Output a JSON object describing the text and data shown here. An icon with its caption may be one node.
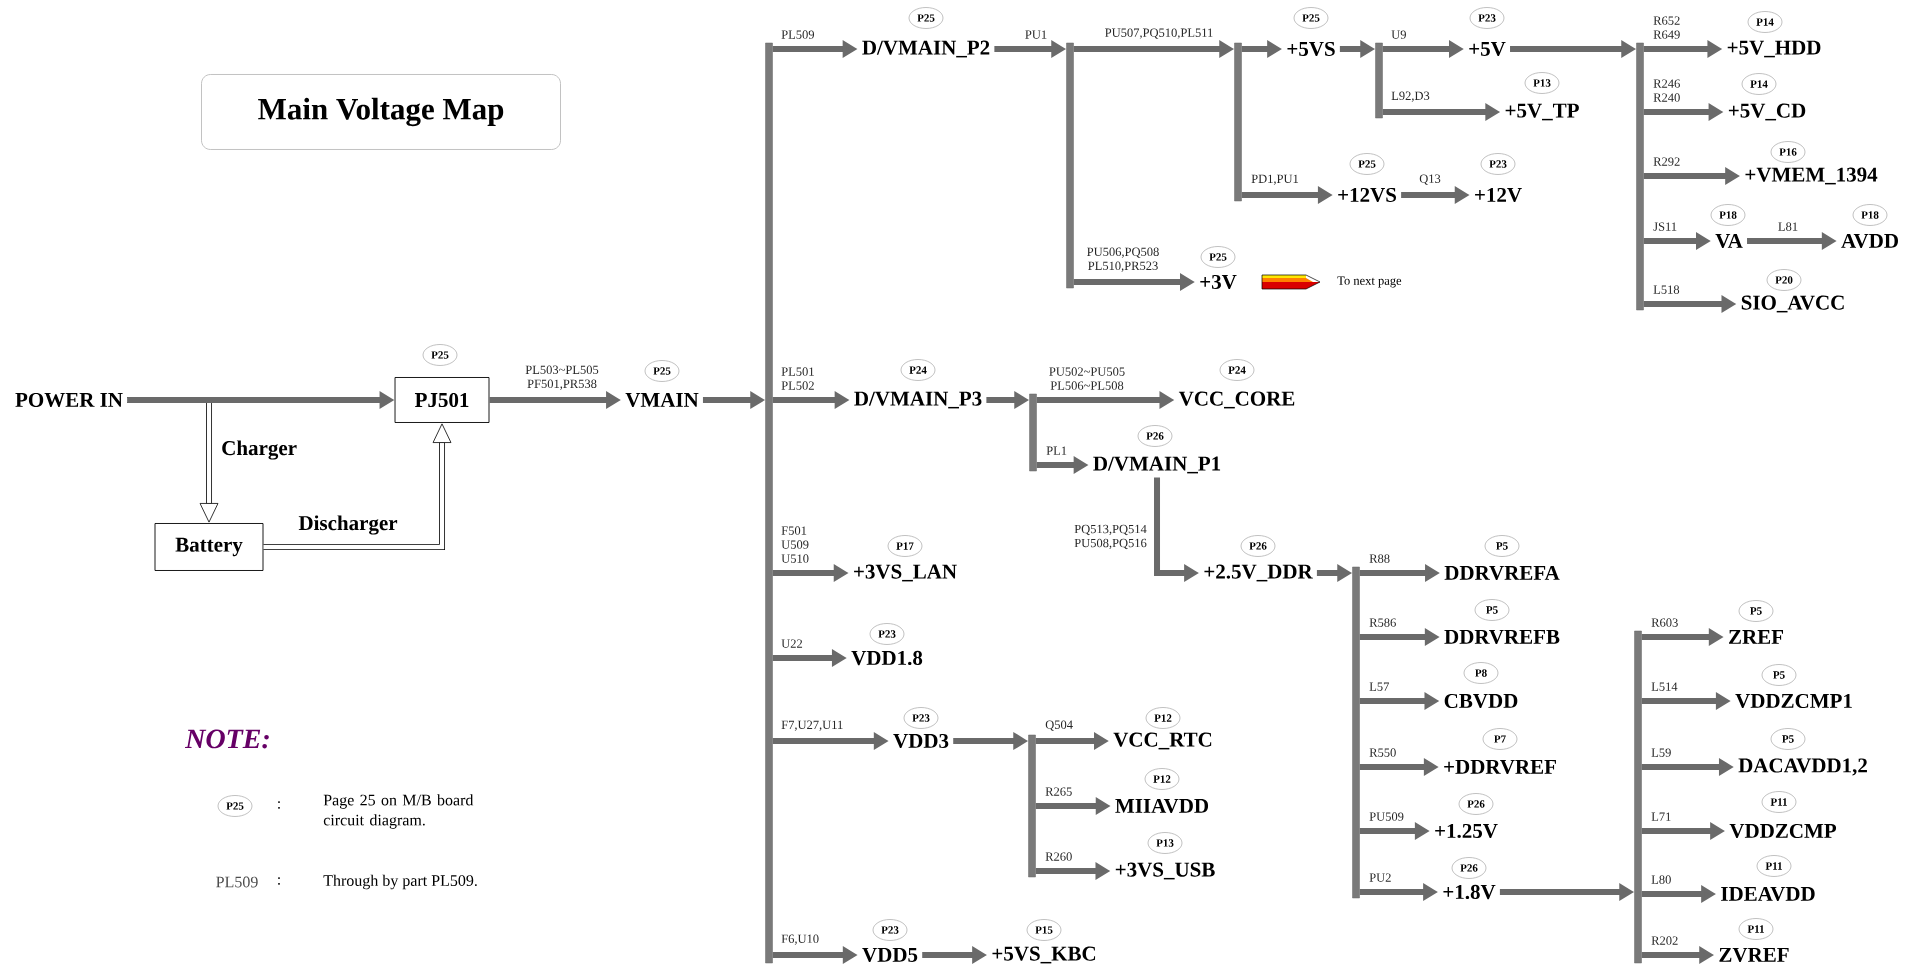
{
  "diagram": {
    "title": "Main Voltage Map",
    "nodes": [
      {
        "text": [
          "POWER IN"
        ]
      },
      {
        "text": [
          "PJ501"
        ]
      },
      {
        "text": [
          "Battery"
        ]
      },
      {
        "text": [
          "VMAIN"
        ]
      },
      {
        "text": [],
        "shape": "bar"
      },
      {
        "text": [
          "D/VMAIN_P2"
        ]
      },
      {
        "text": [],
        "shape": "bar"
      },
      {
        "text": [],
        "shape": "bar"
      },
      {
        "text": [
          "+5VS"
        ]
      },
      {
        "text": [],
        "shape": "bar"
      },
      {
        "text": [
          "+5V"
        ]
      },
      {
        "text": [
          "+5V_TP"
        ]
      },
      {
        "text": [
          "+12VS"
        ]
      },
      {
        "text": [
          "+12V"
        ]
      },
      {
        "text": [
          "+3V"
        ]
      },
      {
        "text": [],
        "shape": "bar"
      },
      {
        "text": [
          "+5V_HDD"
        ]
      },
      {
        "text": [
          "+5V_CD"
        ]
      },
      {
        "text": [
          "+VMEM_1394"
        ]
      },
      {
        "text": [
          "VA"
        ]
      },
      {
        "text": [
          "AVDD"
        ]
      },
      {
        "text": [
          "SIO_AVCC"
        ]
      },
      {
        "text": [
          "D/VMAIN_P3"
        ]
      },
      {
        "text": [],
        "shape": "bar"
      },
      {
        "text": [
          "VCC_CORE"
        ]
      },
      {
        "text": [
          "D/VMAIN_P1"
        ]
      },
      {
        "text": [
          "+2.5V_DDR"
        ]
      },
      {
        "text": [],
        "shape": "bar"
      },
      {
        "text": [
          "DDRVREFA"
        ]
      },
      {
        "text": [
          "DDRVREFB"
        ]
      },
      {
        "text": [
          "CBVDD"
        ]
      },
      {
        "text": [
          "+DDRVREF"
        ]
      },
      {
        "text": [
          "+1.25V"
        ]
      },
      {
        "text": [
          "+1.8V"
        ]
      },
      {
        "text": [],
        "shape": "bar"
      },
      {
        "text": [
          "ZREF"
        ]
      },
      {
        "text": [
          "VDDZCMP1"
        ]
      },
      {
        "text": [
          "DACAVDD1,2"
        ]
      },
      {
        "text": [
          "VDDZCMP"
        ]
      },
      {
        "text": [
          "IDEAVDD"
        ]
      },
      {
        "text": [
          "ZVREF"
        ]
      },
      {
        "text": [
          "+3VS_LAN"
        ]
      },
      {
        "text": [
          "VDD1.8"
        ]
      },
      {
        "text": [
          "VDD3"
        ]
      },
      {
        "text": [],
        "shape": "bar"
      },
      {
        "text": [
          "VCC_RTC"
        ]
      },
      {
        "text": [
          "MIIAVDD"
        ]
      },
      {
        "text": [
          "+3VS_USB"
        ]
      },
      {
        "text": [
          "VDD5"
        ]
      },
      {
        "text": [
          "+5VS_KBC"
        ]
      },
      {
        "text": [
          "P25"
        ]
      },
      {
        "text": [
          "P25"
        ]
      },
      {
        "text": [
          "P25"
        ]
      },
      {
        "text": [
          "P25"
        ]
      },
      {
        "text": [
          "P23"
        ]
      },
      {
        "text": [
          "P13"
        ]
      },
      {
        "text": [
          "P25"
        ]
      },
      {
        "text": [
          "P23"
        ]
      },
      {
        "text": [
          "P25"
        ]
      },
      {
        "text": [
          "P14"
        ]
      },
      {
        "text": [
          "P14"
        ]
      },
      {
        "text": [
          "P16"
        ]
      },
      {
        "text": [
          "P18"
        ]
      },
      {
        "text": [
          "P18"
        ]
      },
      {
        "text": [
          "P20"
        ]
      },
      {
        "text": [
          "P24"
        ]
      },
      {
        "text": [
          "P24"
        ]
      },
      {
        "text": [
          "P26"
        ]
      },
      {
        "text": [
          "P26"
        ]
      },
      {
        "text": [
          "P5"
        ]
      },
      {
        "text": [
          "P5"
        ]
      },
      {
        "text": [
          "P8"
        ]
      },
      {
        "text": [
          "P7"
        ]
      },
      {
        "text": [
          "P26"
        ]
      },
      {
        "text": [
          "P26"
        ]
      },
      {
        "text": [
          "P5"
        ]
      },
      {
        "text": [
          "P5"
        ]
      },
      {
        "text": [
          "P5"
        ]
      },
      {
        "text": [
          "P11"
        ]
      },
      {
        "text": [
          "P11"
        ]
      },
      {
        "text": [
          "P11"
        ]
      },
      {
        "text": [
          "P17"
        ]
      },
      {
        "text": [
          "P23"
        ]
      },
      {
        "text": [
          "P23"
        ]
      },
      {
        "text": [
          "P12"
        ]
      },
      {
        "text": [
          "P12"
        ]
      },
      {
        "text": [
          "P13"
        ]
      },
      {
        "text": [
          "P23"
        ]
      },
      {
        "text": [
          "P15"
        ]
      },
      {
        "text": [
          "P25"
        ]
      }
    ],
    "edges": [
      {
        "from": 0,
        "to": 2,
        "arrow": "to",
        "label": "Charger",
        "color": "#000000"
      },
      {
        "from": 2,
        "to": 1,
        "arrow": "to",
        "label": "Discharger",
        "color": "#000000"
      },
      {
        "from": 0,
        "to": 1,
        "arrow": "to"
      },
      {
        "from": 1,
        "to": 3,
        "arrow": "to",
        "label": "PL503~PL505 PF501,PR538"
      },
      {
        "from": 3,
        "to": 4,
        "arrow": "to"
      },
      {
        "from": 4,
        "to": 5,
        "arrow": "to",
        "label": "PL509"
      },
      {
        "from": 4,
        "to": 22,
        "arrow": "to",
        "label": "PL501 PL502"
      },
      {
        "from": 4,
        "to": 41,
        "arrow": "to",
        "label": "F501 U509 U510"
      },
      {
        "from": 4,
        "to": 42,
        "arrow": "to",
        "label": "U22"
      },
      {
        "from": 4,
        "to": 43,
        "arrow": "to",
        "label": "F7,U27,U11"
      },
      {
        "from": 4,
        "to": 48,
        "arrow": "to",
        "label": "F6,U10"
      },
      {
        "from": 5,
        "to": 6,
        "arrow": "to",
        "label": "PU1"
      },
      {
        "from": 6,
        "to": 7,
        "arrow": "to",
        "label": "PU507,PQ510,PL511"
      },
      {
        "from": 6,
        "to": 14,
        "arrow": "to",
        "label": "PU506,PQ508 PL510,PR523"
      },
      {
        "from": 7,
        "to": 8,
        "arrow": "to"
      },
      {
        "from": 7,
        "to": 12,
        "arrow": "to",
        "label": "PD1,PU1"
      },
      {
        "from": 8,
        "to": 9,
        "arrow": "to"
      },
      {
        "from": 9,
        "to": 10,
        "arrow": "to",
        "label": "U9"
      },
      {
        "from": 9,
        "to": 11,
        "arrow": "to",
        "label": "L92,D3"
      },
      {
        "from": 12,
        "to": 13,
        "arrow": "to",
        "label": "Q13"
      },
      {
        "from": 10,
        "to": 15,
        "arrow": "to"
      },
      {
        "from": 15,
        "to": 16,
        "arrow": "to",
        "label": "R652 R649"
      },
      {
        "from": 15,
        "to": 17,
        "arrow": "to",
        "label": "R246 R240"
      },
      {
        "from": 15,
        "to": 18,
        "arrow": "to",
        "label": "R292"
      },
      {
        "from": 15,
        "to": 19,
        "arrow": "to",
        "label": "JS11"
      },
      {
        "from": 19,
        "to": 20,
        "arrow": "to",
        "label": "L81"
      },
      {
        "from": 15,
        "to": 21,
        "arrow": "to",
        "label": "L518"
      },
      {
        "from": 22,
        "to": 23,
        "arrow": "to"
      },
      {
        "from": 23,
        "to": 24,
        "arrow": "to",
        "label": "PU502~PU505 PL506~PL508"
      },
      {
        "from": 23,
        "to": 25,
        "arrow": "to",
        "label": "PL1"
      },
      {
        "from": 25,
        "to": 26,
        "arrow": "to",
        "label": "PQ513,PQ514 PU508,PQ516"
      },
      {
        "from": 26,
        "to": 27,
        "arrow": "to"
      },
      {
        "from": 27,
        "to": 28,
        "arrow": "to",
        "label": "R88"
      },
      {
        "from": 27,
        "to": 29,
        "arrow": "to",
        "label": "R586"
      },
      {
        "from": 27,
        "to": 30,
        "arrow": "to",
        "label": "L57"
      },
      {
        "from": 27,
        "to": 31,
        "arrow": "to",
        "label": "R550"
      },
      {
        "from": 27,
        "to": 32,
        "arrow": "to",
        "label": "PU509"
      },
      {
        "from": 27,
        "to": 33,
        "arrow": "to",
        "label": "PU2"
      },
      {
        "from": 33,
        "to": 34,
        "arrow": "to"
      },
      {
        "from": 34,
        "to": 35,
        "arrow": "to",
        "label": "R603"
      },
      {
        "from": 34,
        "to": 36,
        "arrow": "to",
        "label": "L514"
      },
      {
        "from": 34,
        "to": 37,
        "arrow": "to",
        "label": "L59"
      },
      {
        "from": 34,
        "to": 38,
        "arrow": "to",
        "label": "L71"
      },
      {
        "from": 34,
        "to": 39,
        "arrow": "to",
        "label": "L80"
      },
      {
        "from": 34,
        "to": 40,
        "arrow": "to",
        "label": "R202"
      },
      {
        "from": 43,
        "to": 44,
        "arrow": "to"
      },
      {
        "from": 44,
        "to": 45,
        "arrow": "to",
        "label": "Q504"
      },
      {
        "from": 44,
        "to": 46,
        "arrow": "to",
        "label": "R265"
      },
      {
        "from": 44,
        "to": 47,
        "arrow": "to",
        "label": "R260"
      },
      {
        "from": 48,
        "to": 49,
        "arrow": "to"
      }
    ],
    "labels": [
      "NOTE:",
      ":",
      "Page 25 on M/B board circuit diagram.",
      "PL509",
      ":",
      "Through by part PL509."
    ],
    "legend": [
      {
        "text": "To next page"
      }
    ]
  }
}
